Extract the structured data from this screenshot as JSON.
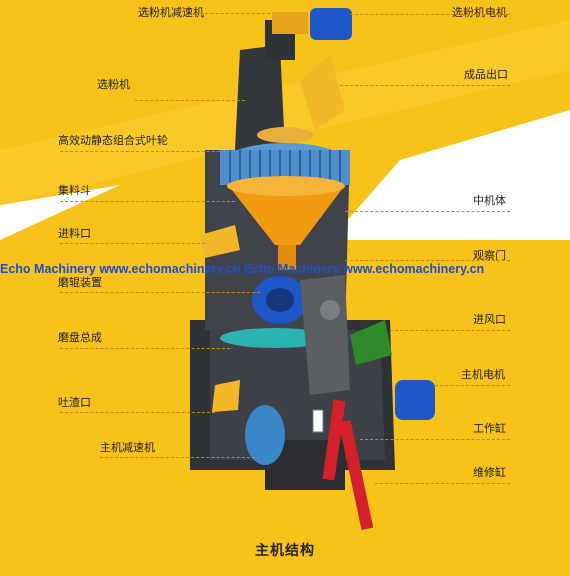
{
  "diagram": {
    "labels_left": [
      {
        "id": "classifier-reducer",
        "text": "选粉机减速机"
      },
      {
        "id": "classifier",
        "text": "选粉机"
      },
      {
        "id": "impeller",
        "text": "高效动静态组合式叶轮"
      },
      {
        "id": "collecting-hopper",
        "text": "集料斗"
      },
      {
        "id": "feed-inlet",
        "text": "进料口"
      },
      {
        "id": "roller-assembly",
        "text": "磨辊装置"
      },
      {
        "id": "grinding-table",
        "text": "磨盘总成"
      },
      {
        "id": "slag-outlet",
        "text": "吐渣口"
      },
      {
        "id": "main-reducer",
        "text": "主机减速机"
      }
    ],
    "labels_right": [
      {
        "id": "classifier-motor",
        "text": "选粉机电机"
      },
      {
        "id": "product-outlet",
        "text": "成品出口"
      },
      {
        "id": "middle-body",
        "text": "中机体"
      },
      {
        "id": "inspection-door",
        "text": "观察门"
      },
      {
        "id": "air-inlet",
        "text": "进风口"
      },
      {
        "id": "main-motor",
        "text": "主机电机"
      },
      {
        "id": "working-cylinder",
        "text": "工作缸"
      },
      {
        "id": "maintenance-cylinder",
        "text": "维修缸"
      }
    ],
    "watermark": "Echo Machinery www.echomachinery.cn Echo Machinery www.echomachinery.cn",
    "caption": "主机结构",
    "colors": {
      "background": "#f7c21a",
      "white_band": "#ffffff",
      "machine_dark": "#3a3d42",
      "hopper_orange": "#f29a10",
      "motor_blue": "#1f56c8",
      "hydraulic_red": "#d3202a",
      "inlet_green": "#2f8a2a",
      "watermark_blue": "#1d4fc7"
    }
  }
}
